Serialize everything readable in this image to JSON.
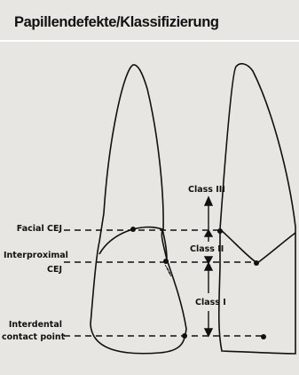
{
  "header": {
    "title": "Papillendefekte/Klassifizierung"
  },
  "diagram": {
    "landmarks": {
      "facial_cej": "Facial CEJ",
      "interproximal_cej_line1": "Interproximal",
      "interproximal_cej_line2": "CEJ",
      "contact_point_line1": "Interdental",
      "contact_point_line2": "contact point"
    },
    "classes": {
      "class_3": "Class III",
      "class_2": "Class II",
      "class_1": "Class I"
    }
  }
}
